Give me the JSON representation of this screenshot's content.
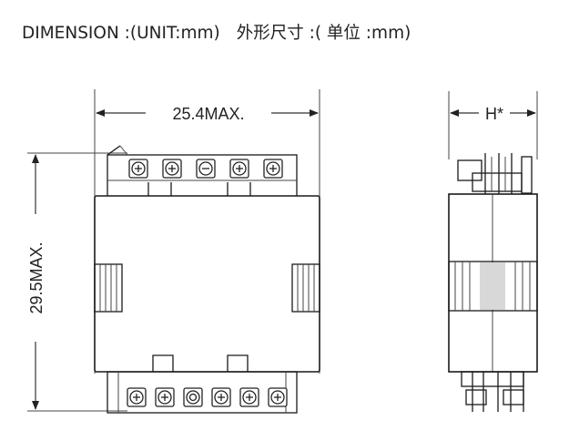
{
  "heading": {
    "en": "DIMENSION :(UNIT:mm)",
    "cn": "外形尺寸 :( 单位 :mm)"
  },
  "dimensions": {
    "width": "25.4MAX.",
    "height": "29.5MAX.",
    "depth": "H*"
  },
  "top_terminals": [
    "plus",
    "plus",
    "minus",
    "plus",
    "plus"
  ],
  "bottom_terminals": [
    "cross",
    "cross",
    "circle",
    "cross",
    "cross",
    "cross"
  ]
}
